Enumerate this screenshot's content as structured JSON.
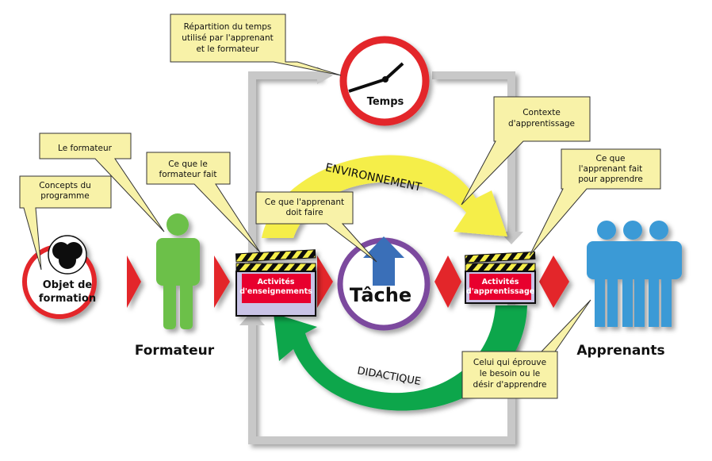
{
  "callouts": {
    "time": [
      "Répartition du temps",
      "utilisé par l'apprenant",
      "et le formateur"
    ],
    "context": [
      "Contexte",
      "d'apprentissage"
    ],
    "learner_does": [
      "Ce que",
      "l'apprenant fait",
      "pour apprendre"
    ],
    "concepts": [
      "Concepts du",
      "programme"
    ],
    "trainer": [
      "Le formateur"
    ],
    "trainer_does": [
      "Ce que le",
      "formateur fait"
    ],
    "learner_must": [
      "Ce que l'apprenant",
      "doit faire"
    ],
    "learner_who": [
      "Celui qui éprouve",
      "le besoin ou le",
      "désir d'apprendre"
    ]
  },
  "clock": {
    "label": "Temps"
  },
  "task": {
    "label": "Tâche"
  },
  "object": {
    "label": [
      "Objet de",
      "formation"
    ]
  },
  "trainer_label": "Formateur",
  "learners_label": "Apprenants",
  "arcs": {
    "top": "ENVIRONNEMENT",
    "bottom": "DIDACTIQUE"
  },
  "clappers": {
    "teaching": [
      "Activités",
      "d'enseignements"
    ],
    "learning": [
      "Activités",
      "d'apprentissage"
    ]
  },
  "colors": {
    "red": "#e3262b",
    "yellow": "#f5ee4a",
    "green": "#0aa64b",
    "purple": "#7b4a9e",
    "blue": "#3a9ad6",
    "person_green": "#6cc04a",
    "gray": "#c8c8c8",
    "callout": "#f8f2a8"
  }
}
